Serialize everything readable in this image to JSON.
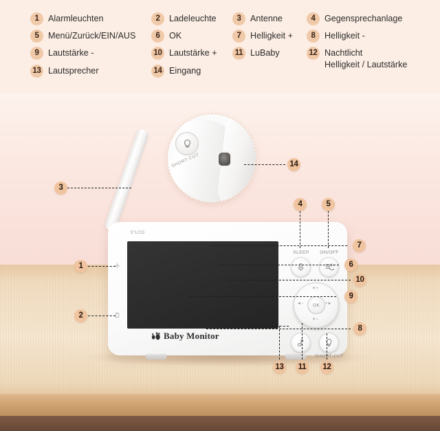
{
  "legend": {
    "items": [
      {
        "num": "1",
        "label": "Alarmleuchten"
      },
      {
        "num": "2",
        "label": "Ladeleuchte"
      },
      {
        "num": "3",
        "label": "Antenne"
      },
      {
        "num": "4",
        "label": "Gegensprechanlage"
      },
      {
        "num": "5",
        "label": "Menü/Zurück/EIN/AUS"
      },
      {
        "num": "6",
        "label": "OK"
      },
      {
        "num": "7",
        "label": "Helligkeit +"
      },
      {
        "num": "8",
        "label": "Helligkeit -"
      },
      {
        "num": "9",
        "label": "Lautstärke -"
      },
      {
        "num": "10",
        "label": "Lautstärke +"
      },
      {
        "num": "11",
        "label": "LuBaby"
      },
      {
        "num": "12",
        "label": "Nachtlicht\nHelligkeit / Lautstärke"
      },
      {
        "num": "13",
        "label": "Lautsprecher"
      },
      {
        "num": "14",
        "label": "Eingang"
      }
    ]
  },
  "device": {
    "screen_size_label": "5\"LCD",
    "brand_name": "Baby Monitor",
    "buttons": {
      "sleep_label": "SLEEP",
      "onoff_label": "ON/OFF",
      "ok_label": "OK",
      "shortcut_label": "SHORT-CUT"
    }
  },
  "inset": {
    "shortcut_label": "SHORT-CUT"
  },
  "callouts": {
    "c1": "1",
    "c2": "2",
    "c3": "3",
    "c4": "4",
    "c5": "5",
    "c6": "6",
    "c7": "7",
    "c8": "8",
    "c9": "9",
    "c10": "10",
    "c11": "11",
    "c12": "12",
    "c13": "13",
    "c14": "14"
  },
  "colors": {
    "legend_bg": "#fceee4",
    "badge": "#f0c9a8",
    "callout": "#f0c49f",
    "wall": "#fbe7e0",
    "table": "#f5e6d0",
    "screen": "#2b2b2b"
  }
}
